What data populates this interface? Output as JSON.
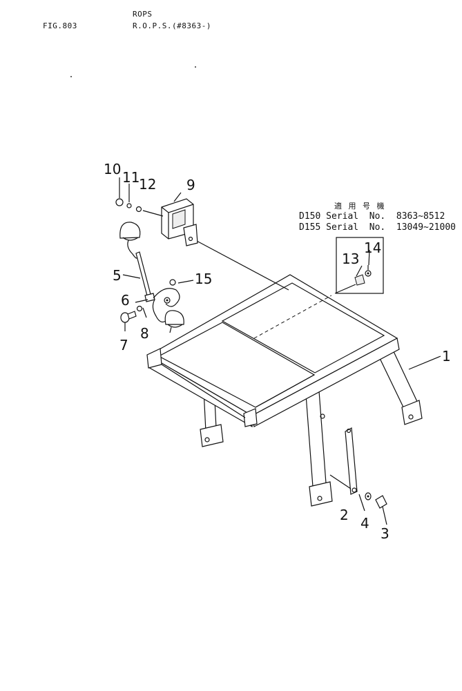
{
  "header": {
    "figure_no": "FIG.803",
    "title": "ROPS",
    "subtitle": "R.O.P.S.(#8363-)"
  },
  "serial_table": {
    "heading": "適 用 号 機",
    "rows": [
      {
        "model": "D150",
        "text": "Serial  No.  8363~8512"
      },
      {
        "model": "D155",
        "text": "Serial  No.  13049~21000"
      }
    ]
  },
  "callouts": [
    "1",
    "2",
    "3",
    "4",
    "5",
    "6",
    "7",
    "8",
    "9",
    "10",
    "11",
    "12",
    "13",
    "14",
    "15"
  ]
}
